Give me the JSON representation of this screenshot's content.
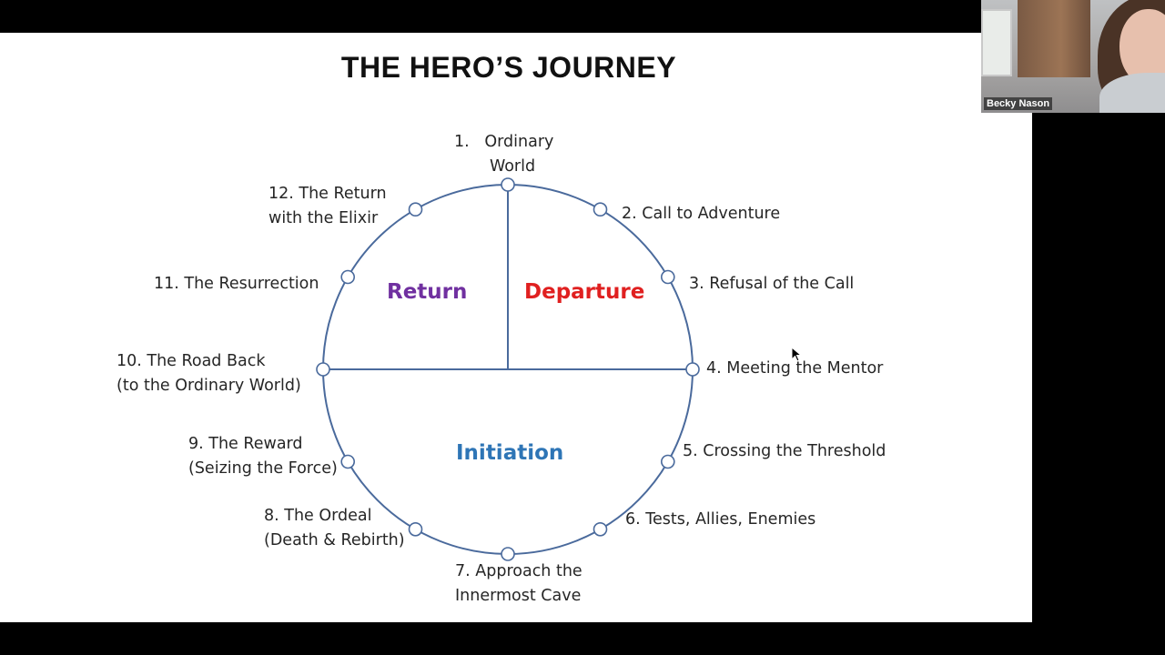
{
  "slide": {
    "title": "THE HERO’S JOURNEY",
    "phases": {
      "return": "Return",
      "departure": "Departure",
      "initiation": "Initiation"
    },
    "stages": [
      "1.   Ordinary\n       World",
      "2. Call to Adventure",
      "3. Refusal of the Call",
      "4. Meeting the Mentor",
      "5. Crossing the Threshold",
      "6. Tests, Allies, Enemies",
      "7. Approach the\nInnermost Cave",
      "8. The Ordeal\n(Death & Rebirth)",
      "9. The Reward\n(Seizing the Force)",
      "10. The Road Back\n(to the Ordinary World)",
      "11. The Resurrection",
      "12. The Return\nwith the Elixir"
    ],
    "colors": {
      "circle": "#4a6a9c",
      "return": "#7030a0",
      "departure": "#e02020",
      "initiation": "#2e75b6"
    }
  },
  "webcam": {
    "participant_name": "Becky Nason"
  }
}
